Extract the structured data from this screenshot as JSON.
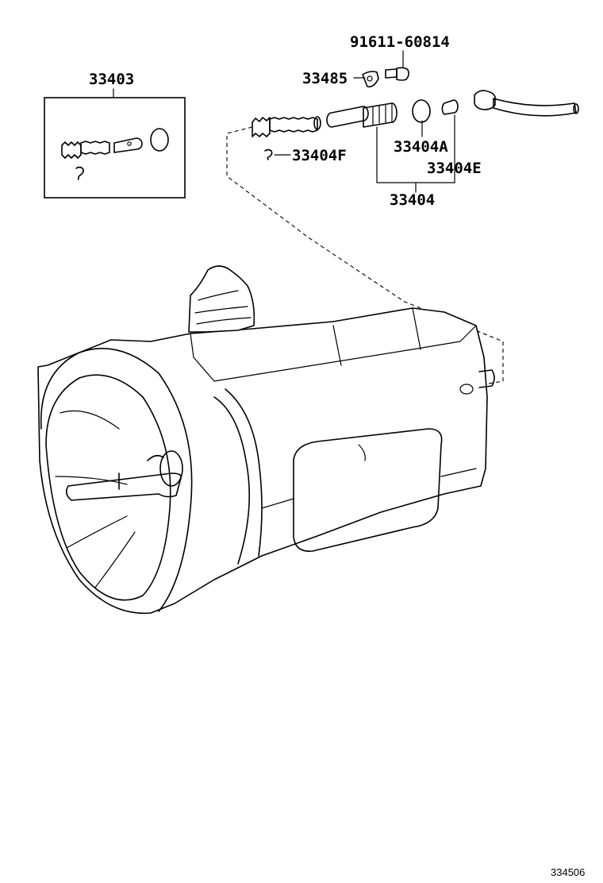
{
  "diagram": {
    "part_numbers": {
      "box_assembly": "33403",
      "bolt": "91611-60814",
      "plate": "33485",
      "clip": "33404F",
      "oring": "33404A",
      "sleeve_gear": "33404E",
      "sleeve_assembly": "33404"
    },
    "figure_number": "334506"
  }
}
